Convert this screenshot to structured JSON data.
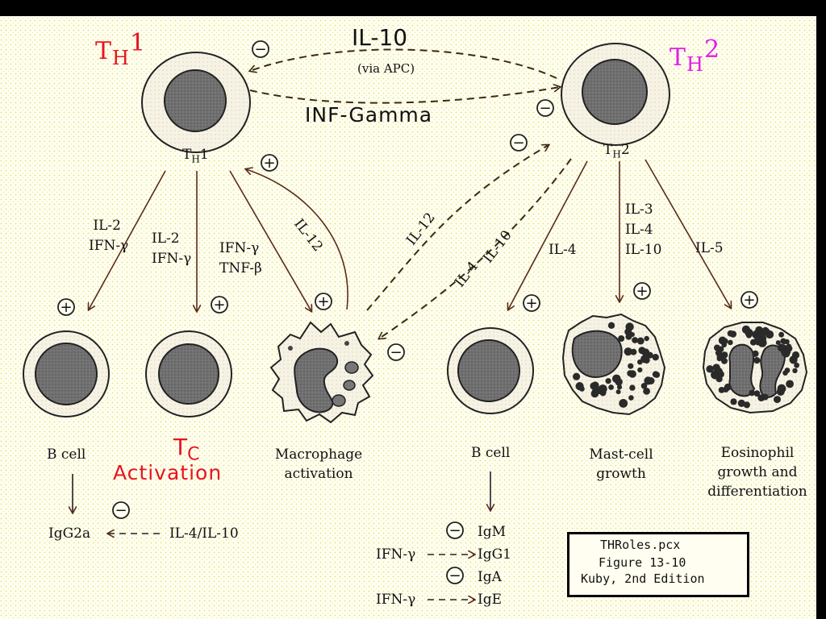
{
  "th1_title": {
    "main": "T",
    "sub": "H",
    "num": "1"
  },
  "th2_title": {
    "main": "T",
    "sub": "H",
    "num": "2"
  },
  "th1_label": {
    "main": "T",
    "sub": "H",
    "num": "1"
  },
  "th2_label": {
    "main": "T",
    "sub": "H",
    "num": "2"
  },
  "cross": {
    "il10": "IL-10",
    "via_apc": "(via APC)",
    "inf_gamma": "INF-Gamma",
    "il12": "IL-12",
    "il4": "IL-4",
    "il10b": "IL-10"
  },
  "signs": {
    "minus": "−",
    "plus": "+"
  },
  "th1_arrows": {
    "bcell": [
      "IL-2",
      "IFN-γ"
    ],
    "tc": [
      "IL-2",
      "IFN-γ"
    ],
    "macro": [
      "IFN-γ",
      "TNF-β"
    ],
    "feedback": "IL-12"
  },
  "th2_arrows": {
    "bcell": "IL-4",
    "mast": [
      "IL-3",
      "IL-4",
      "IL-10"
    ],
    "eos": "IL-5"
  },
  "cells": {
    "bcell1": "B cell",
    "tc": {
      "main": "T",
      "sub": "C",
      "line2": "Activation"
    },
    "macrophage": [
      "Macrophage",
      "activation"
    ],
    "bcell2": "B cell",
    "mast": [
      "Mast-cell",
      "growth"
    ],
    "eos": [
      "Eosinophil",
      "growth and",
      "differentiation"
    ]
  },
  "left_iso": {
    "igg2a": "IgG2a",
    "il4_il10": "IL-4/IL-10"
  },
  "right_iso": {
    "igm": "IgM",
    "igg1": "IgG1",
    "iga": "IgA",
    "ige": "IgE",
    "ifn1": "IFN-γ",
    "ifn2": "IFN-γ"
  },
  "caption": {
    "line1": "THRoles.pcx",
    "line2": "Figure 13-10",
    "line3": "Kuby, 2nd Edition"
  }
}
